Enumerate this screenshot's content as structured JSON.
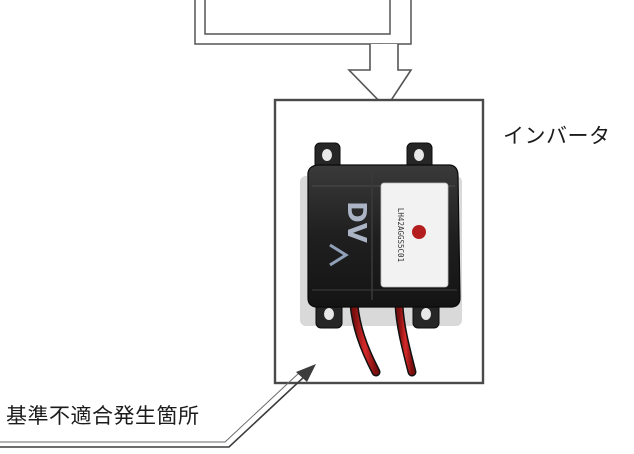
{
  "labels": {
    "inverter": "インバータ",
    "defect_location": "基準不適合発生箇所"
  },
  "device": {
    "marking": "DV",
    "serial": "LH42AGGS5C01"
  },
  "colors": {
    "outline": "#555555",
    "device_body": "#202020",
    "sticker": "#f2f2f2",
    "wire": "#c81e1e"
  }
}
